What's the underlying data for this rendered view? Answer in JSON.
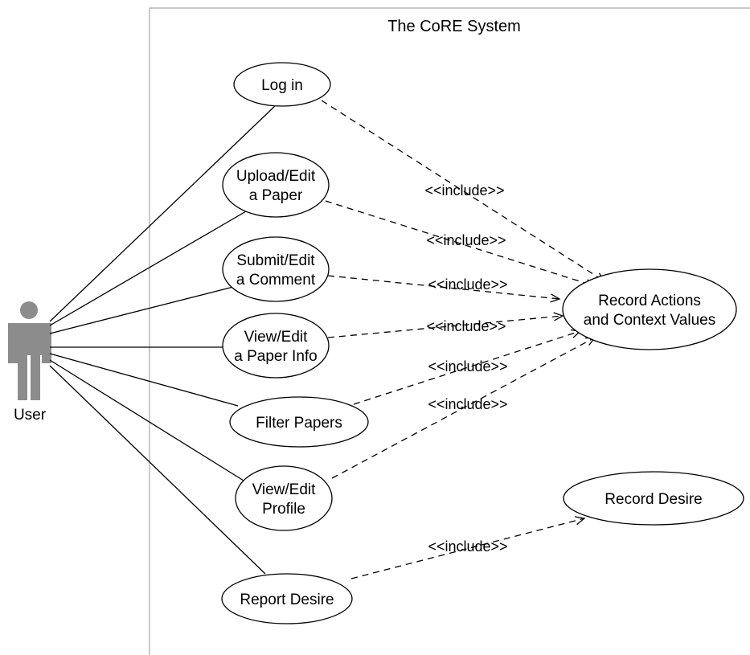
{
  "system": {
    "title": "The CoRE System"
  },
  "actor": {
    "name": "User"
  },
  "use_cases": [
    {
      "id": "login",
      "lines": [
        "Log in"
      ]
    },
    {
      "id": "upload",
      "lines": [
        "Upload/Edit",
        "a Paper"
      ]
    },
    {
      "id": "submit",
      "lines": [
        "Submit/Edit",
        "a Comment"
      ]
    },
    {
      "id": "viewinfo",
      "lines": [
        "View/Edit",
        "a Paper Info"
      ]
    },
    {
      "id": "filter",
      "lines": [
        "Filter Papers"
      ]
    },
    {
      "id": "profile",
      "lines": [
        "View/Edit",
        "Profile"
      ]
    },
    {
      "id": "report",
      "lines": [
        "Report Desire"
      ]
    },
    {
      "id": "record",
      "lines": [
        "Record Actions",
        "and Context Values"
      ]
    },
    {
      "id": "recorddesire",
      "lines": [
        "Record Desire"
      ]
    }
  ],
  "associations": [
    "login",
    "upload",
    "submit",
    "viewinfo",
    "filter",
    "profile",
    "report"
  ],
  "includes": [
    {
      "from": "login",
      "to": "record",
      "label": "<<include>>"
    },
    {
      "from": "upload",
      "to": "record",
      "label": "<<include>>"
    },
    {
      "from": "submit",
      "to": "record",
      "label": "<<include>>"
    },
    {
      "from": "viewinfo",
      "to": "record",
      "label": "<<include>>"
    },
    {
      "from": "filter",
      "to": "record",
      "label": "<<include>>"
    },
    {
      "from": "profile",
      "to": "record",
      "label": "<<include>>"
    },
    {
      "from": "report",
      "to": "recorddesire",
      "label": "<<include>>"
    }
  ]
}
